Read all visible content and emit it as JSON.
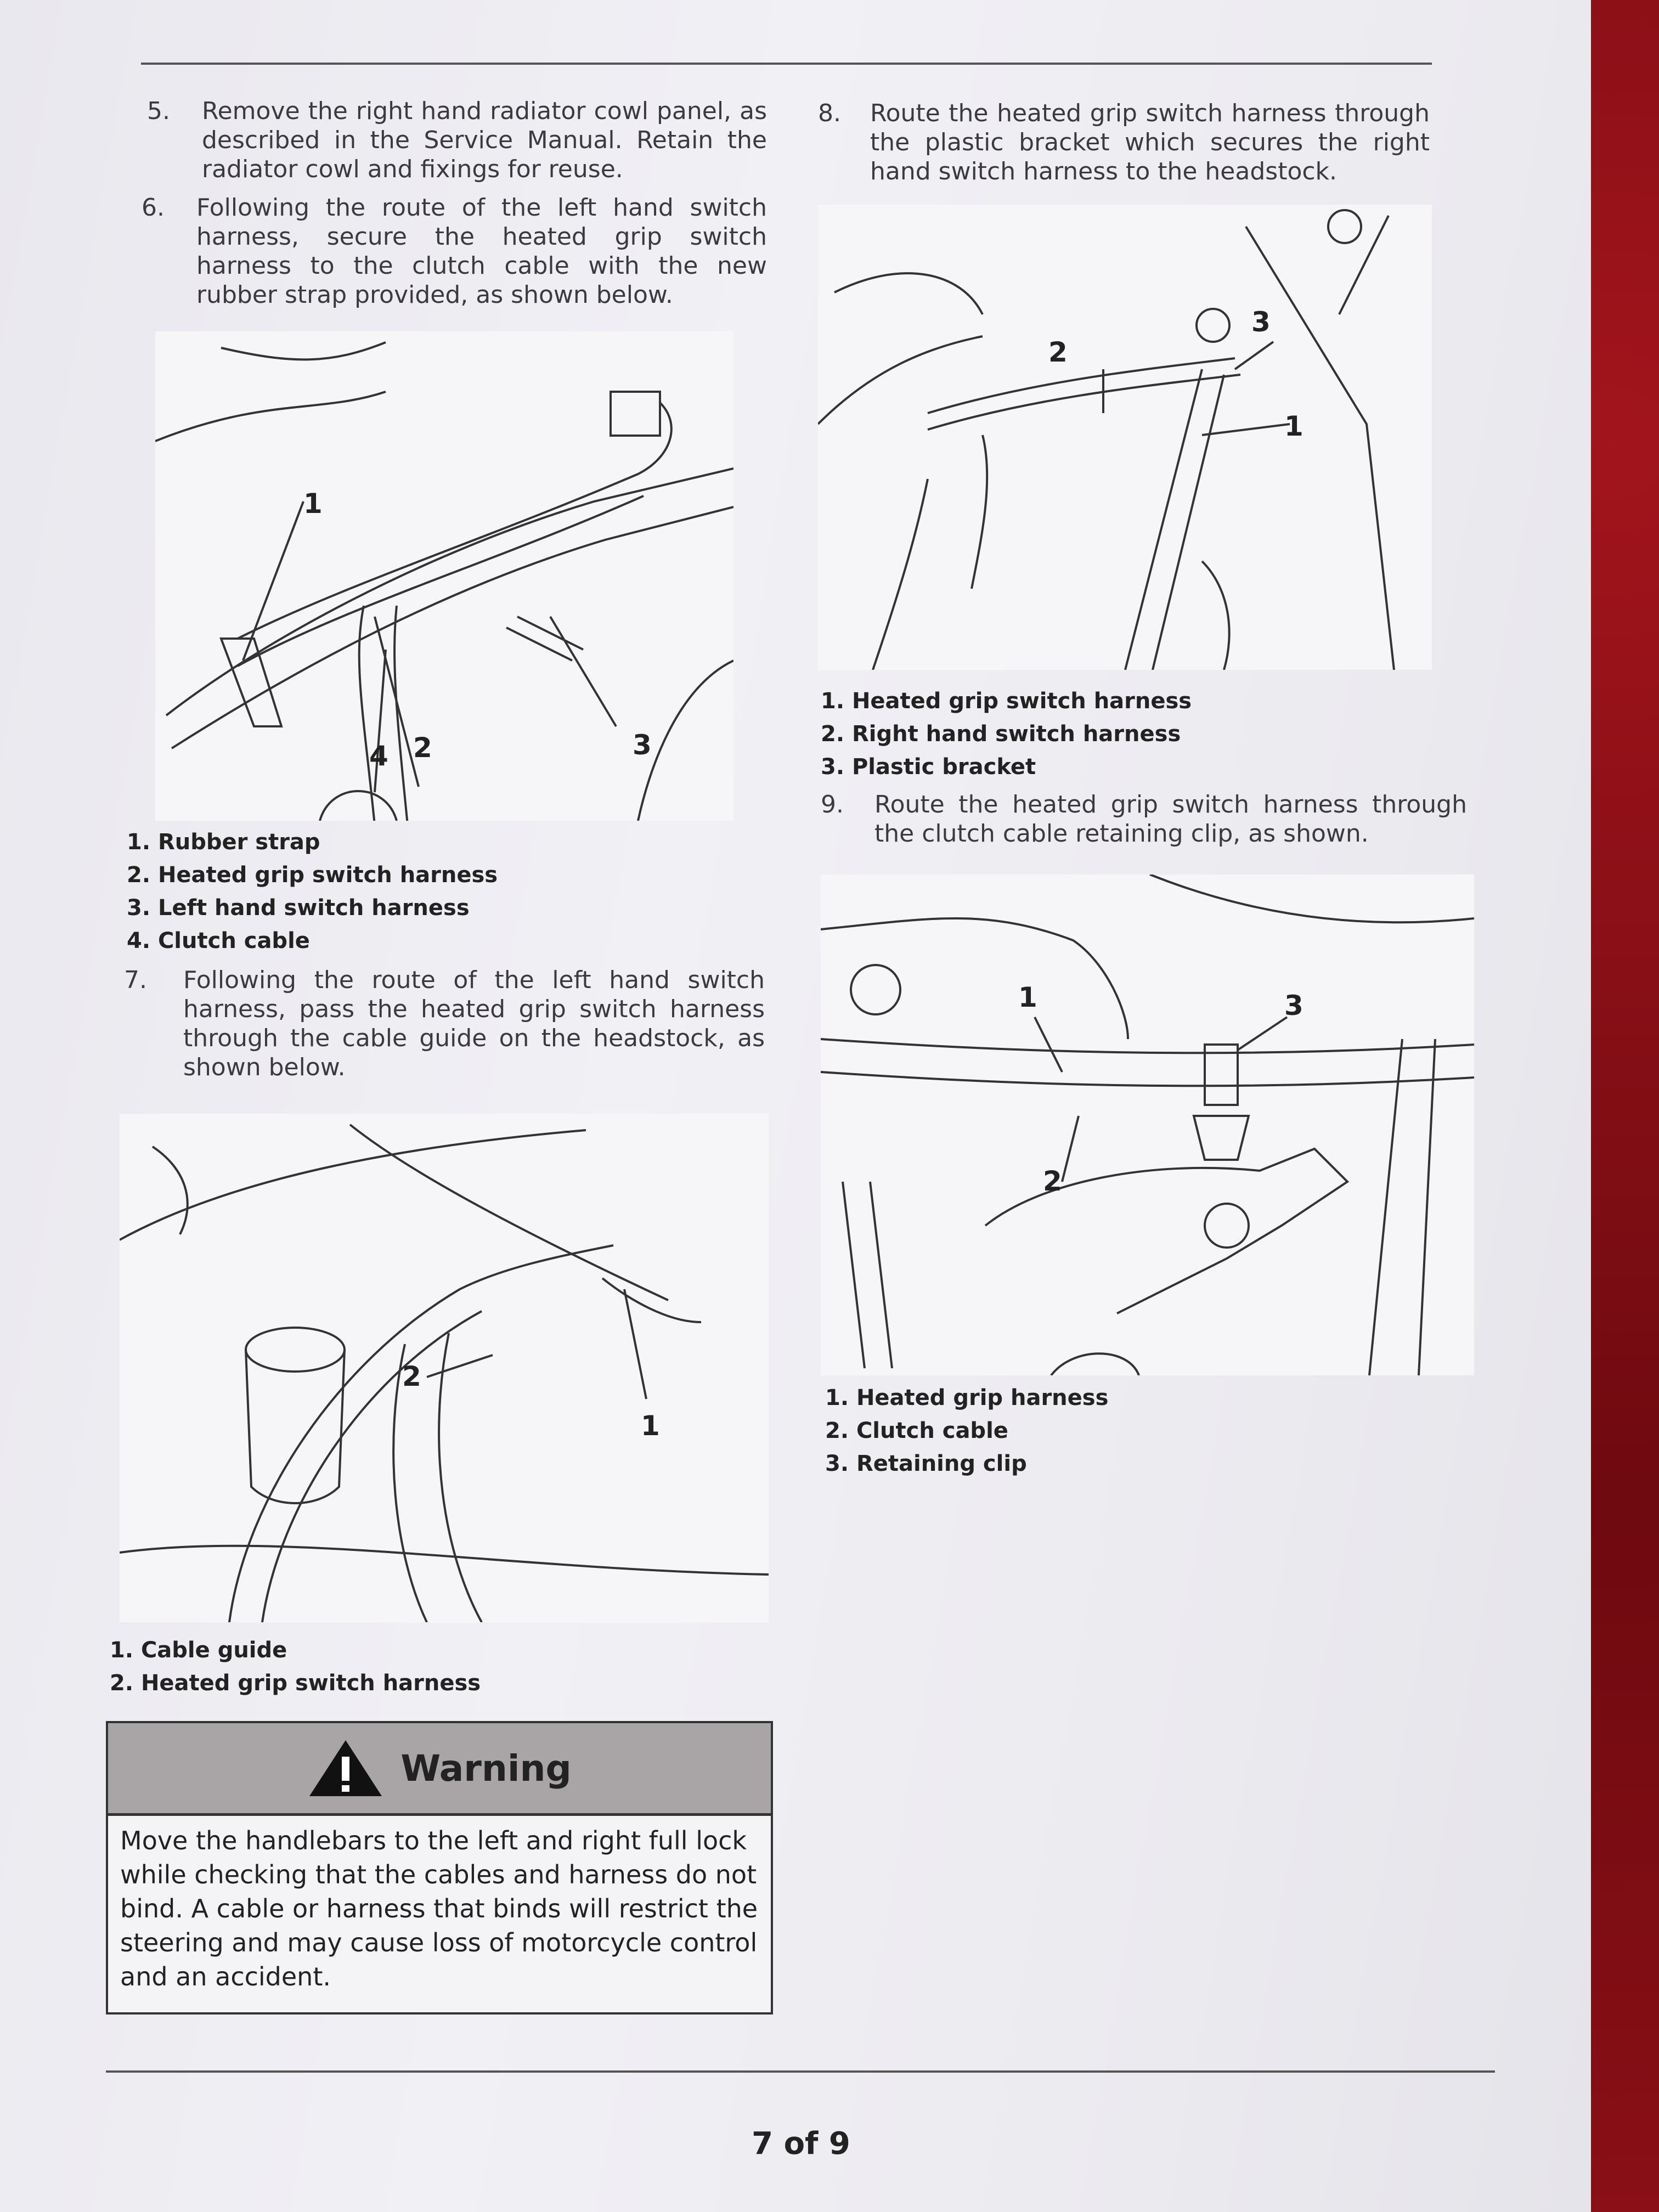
{
  "steps": {
    "s5": {
      "num": "5.",
      "text": "Remove the right hand radiator cowl panel, as described in the Service Manual. Retain the radiator cowl and fixings for reuse."
    },
    "s6": {
      "num": "6.",
      "text": "Following the route of the left hand switch harness, secure the heated grip switch harness to the clutch cable with the new rubber strap provided, as shown below."
    },
    "s7": {
      "num": "7.",
      "text": "Following the route of the left hand switch harness, pass the heated grip switch harness through the cable guide on the headstock, as shown below."
    },
    "s8": {
      "num": "8.",
      "text": "Route the heated grip switch harness through the plastic bracket which secures the right hand switch harness to the headstock."
    },
    "s9": {
      "num": "9.",
      "text": "Route the heated grip switch harness through the clutch cable retaining clip, as shown."
    }
  },
  "figures": {
    "fig1": {
      "callouts": [
        "1",
        "2",
        "3",
        "4"
      ],
      "legend": [
        "1. Rubber strap",
        "2. Heated grip switch harness",
        "3. Left hand switch harness",
        "4. Clutch cable"
      ]
    },
    "fig2": {
      "callouts": [
        "1",
        "2"
      ],
      "legend": [
        "1. Cable guide",
        "2. Heated grip switch harness"
      ]
    },
    "fig3": {
      "callouts": [
        "1",
        "2",
        "3"
      ],
      "legend": [
        "1. Heated grip switch harness",
        "2. Right hand switch harness",
        "3. Plastic bracket"
      ]
    },
    "fig4": {
      "callouts": [
        "1",
        "2",
        "3"
      ],
      "legend": [
        "1. Heated grip harness",
        "2. Clutch cable",
        "3. Retaining clip"
      ]
    }
  },
  "warning": {
    "title": "Warning",
    "icon": "warning-triangle-icon",
    "body": "Move the handlebars to the left and right full lock while checking that the cables and harness do not bind. A cable or harness that binds will restrict the steering and may cause loss of motorcycle control and an accident."
  },
  "footer": {
    "page": "7 of 9"
  }
}
